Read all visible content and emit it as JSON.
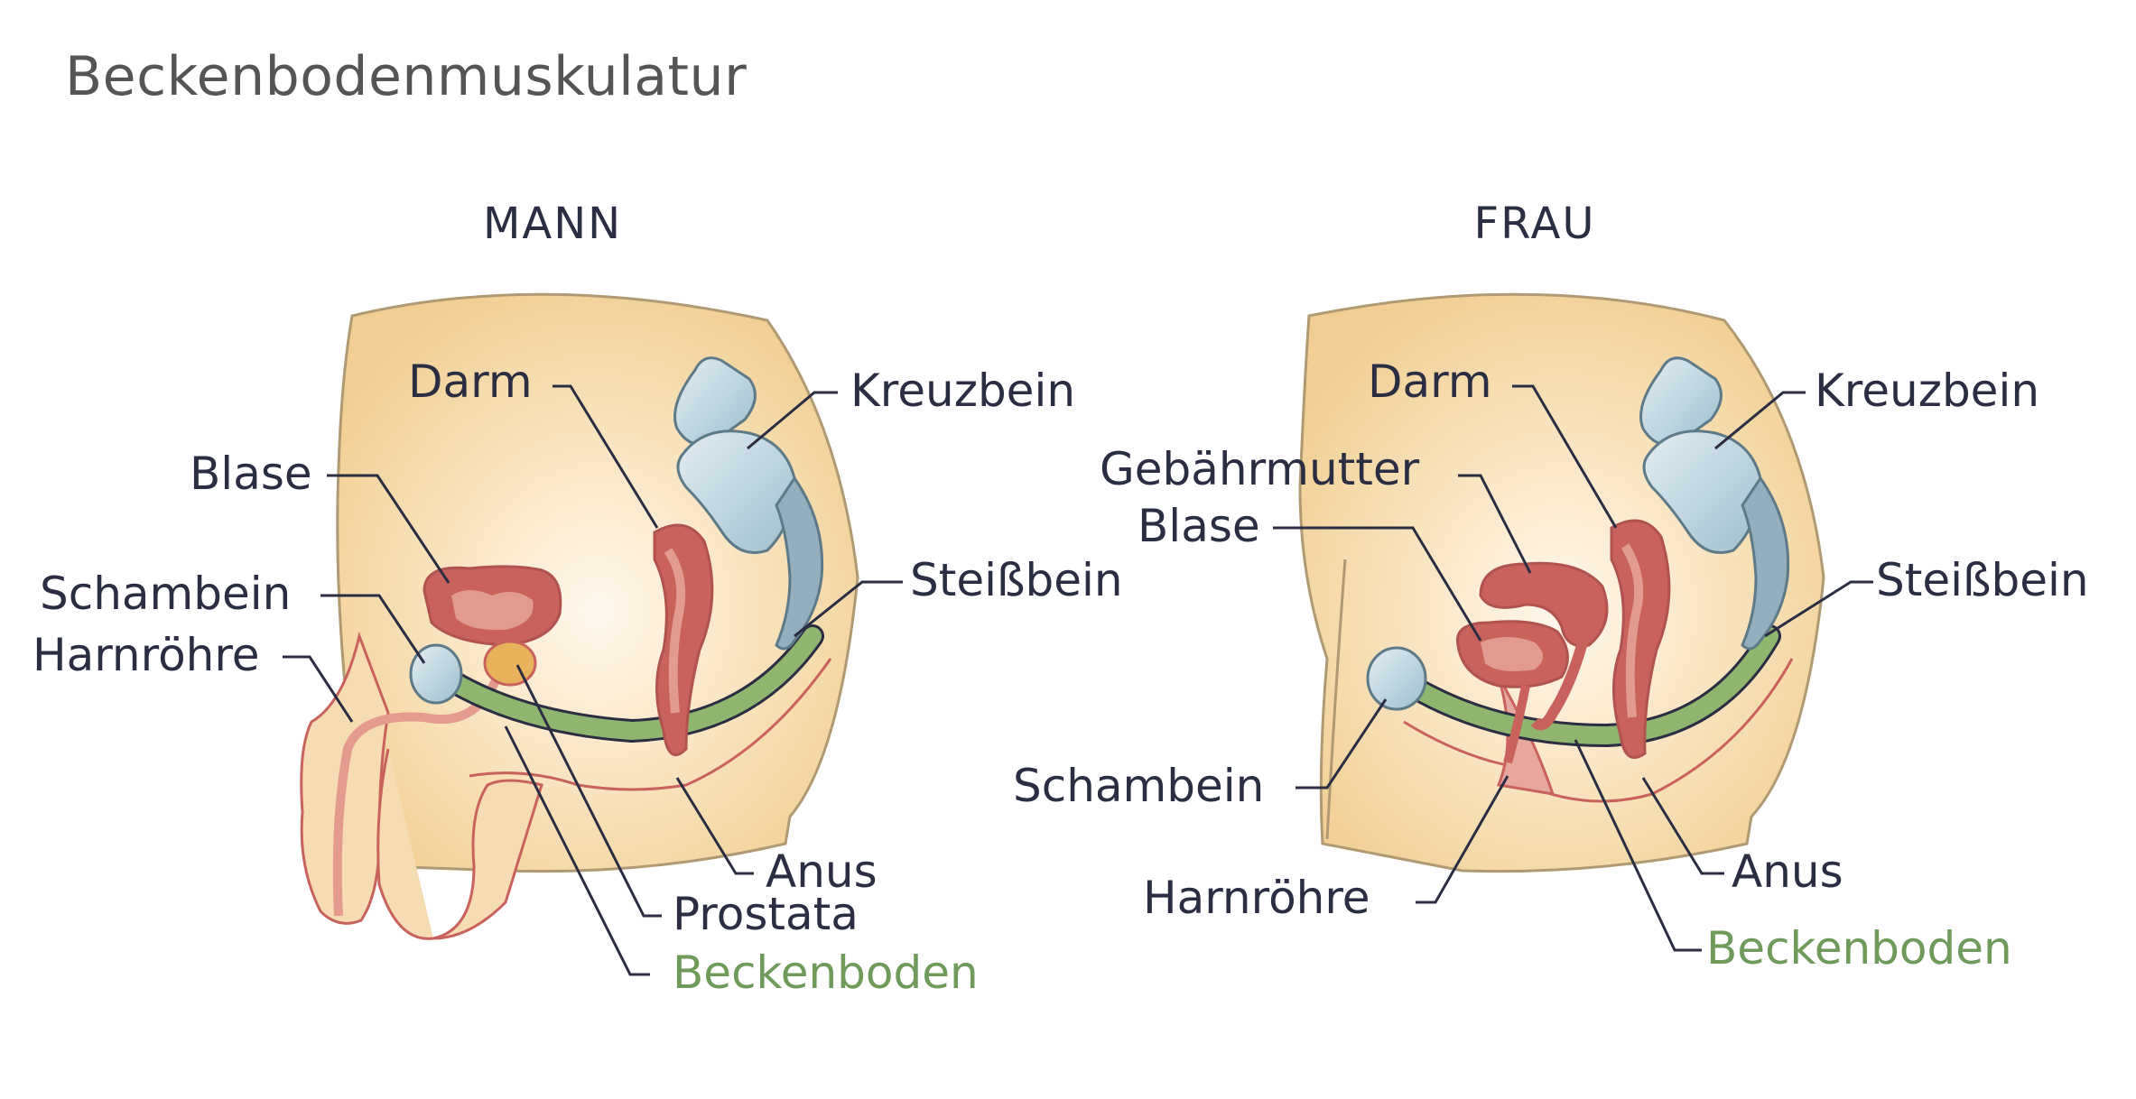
{
  "title": "Beckenbodenmuskulatur",
  "colors": {
    "skin": "#f3d5a0",
    "organ": "#c9625d",
    "bone": "#a9c8d6",
    "pelvic_floor": "#8fb56f",
    "label_text": "#2b2d42",
    "highlight_label": "#6e9a5a",
    "title_text": "#555555"
  },
  "male": {
    "heading": "MANN",
    "labels": {
      "darm": "Darm",
      "kreuzbein": "Kreuzbein",
      "blase": "Blase",
      "schambein": "Schambein",
      "harnroehre": "Harnröhre",
      "steissbein": "Steißbein",
      "anus": "Anus",
      "prostata": "Prostata",
      "beckenboden": "Beckenboden"
    }
  },
  "female": {
    "heading": "FRAU",
    "labels": {
      "darm": "Darm",
      "kreuzbein": "Kreuzbein",
      "gebaermutter": "Gebährmutter",
      "blase": "Blase",
      "steissbein": "Steißbein",
      "schambein": "Schambein",
      "harnroehre": "Harnröhre",
      "anus": "Anus",
      "beckenboden": "Beckenboden"
    }
  }
}
